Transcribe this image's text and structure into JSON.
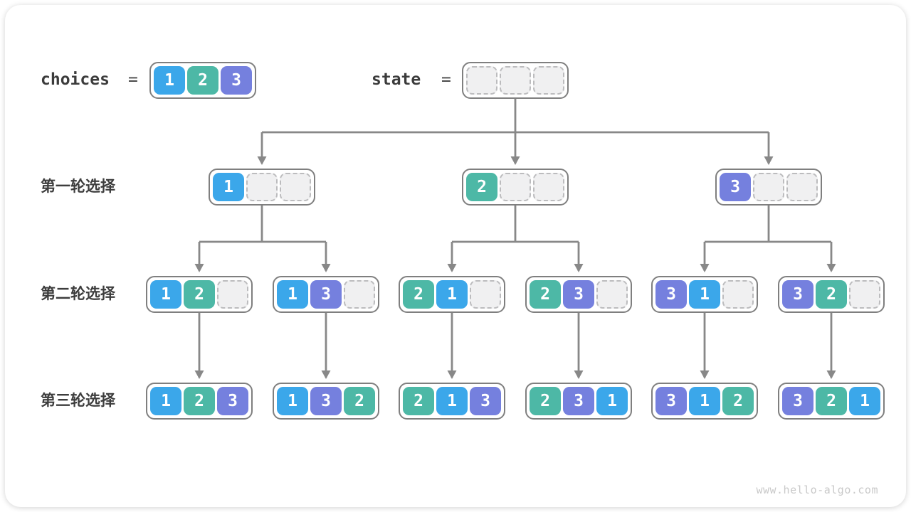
{
  "header": {
    "choices_label": "choices",
    "choices_equals": "=",
    "state_label": "state",
    "state_equals": "=",
    "choices_values": [
      "1",
      "2",
      "3"
    ],
    "state_slots": 3
  },
  "colors": {
    "value1": "#3BA7EA",
    "value2": "#4DB8A6",
    "value3": "#7580DE",
    "box_border": "#7F7F7F",
    "empty_fill": "#F0F0F1",
    "empty_border": "#BCBCBE",
    "arrow": "#888888",
    "label_text": "#3D3D3D"
  },
  "tree": {
    "slots_per_node": 3,
    "rows": [
      {
        "label": "第一轮选择",
        "nodes": [
          [
            "1"
          ],
          [
            "2"
          ],
          [
            "3"
          ]
        ]
      },
      {
        "label": "第二轮选择",
        "nodes": [
          [
            "1",
            "2"
          ],
          [
            "1",
            "3"
          ],
          [
            "2",
            "1"
          ],
          [
            "2",
            "3"
          ],
          [
            "3",
            "1"
          ],
          [
            "3",
            "2"
          ]
        ]
      },
      {
        "label": "第三轮选择",
        "nodes": [
          [
            "1",
            "2",
            "3"
          ],
          [
            "1",
            "3",
            "2"
          ],
          [
            "2",
            "1",
            "3"
          ],
          [
            "2",
            "3",
            "1"
          ],
          [
            "3",
            "1",
            "2"
          ],
          [
            "3",
            "2",
            "1"
          ]
        ]
      }
    ]
  },
  "watermark": "www.hello-algo.com"
}
